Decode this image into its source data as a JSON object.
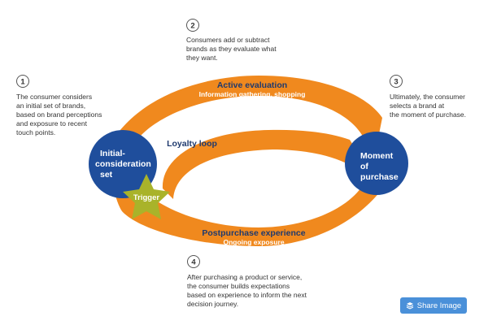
{
  "steps": [
    {
      "number": "1",
      "text": "The consumer considers\nan initial set of brands,\nbased on brand perceptions\nand exposure to recent\ntouch points."
    },
    {
      "number": "2",
      "text": "Consumers add or subtract\nbrands as they evaluate what\nthey want."
    },
    {
      "number": "3",
      "text": "Ultimately, the consumer\nselects a brand at\nthe moment of purchase."
    },
    {
      "number": "4",
      "text": "After purchasing a product or service,\nthe consumer builds expectations\nbased on experience to inform the next\ndecision journey."
    }
  ],
  "diagram": {
    "active_evaluation": {
      "title": "Active evaluation",
      "subtitle": "Information gathering, shopping"
    },
    "loyalty_loop": "Loyalty loop",
    "postpurchase": {
      "title": "Postpurchase experience",
      "subtitle": "Ongoing exposure"
    },
    "initial_consideration": [
      "Initial-",
      "consideration",
      "set"
    ],
    "moment_of_purchase": [
      "Moment",
      "of",
      "purchase"
    ],
    "trigger": "Trigger"
  },
  "share_button": {
    "label": "Share Image",
    "icon": "layers-icon"
  },
  "colors": {
    "orange": "#f0891e",
    "navy": "#1f4e9c",
    "trigger_green": "#a9b32a",
    "step_text": "#333333",
    "share_button": "#4a90d9"
  }
}
